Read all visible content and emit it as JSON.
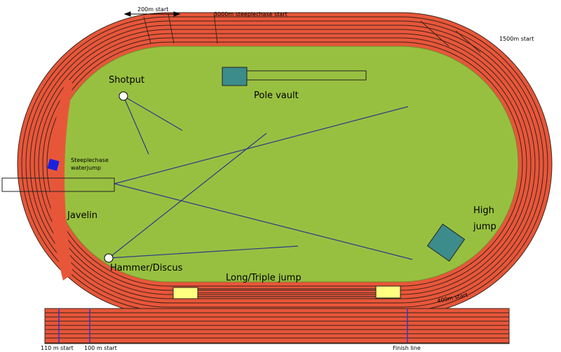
{
  "colors": {
    "track": "#e8563a",
    "lane_line": "#3a2418",
    "field": "#98c040",
    "field_edge": "#6f8c2c",
    "runway_line": "#2b3a8a",
    "pit": "#3b8c8a",
    "sand": "#ffff80",
    "water_jump": "#1a22e0",
    "marker": "#3b35c8"
  },
  "labels": {
    "start_200m": "200m start",
    "start_3000m": "3000m steeplechase start",
    "start_1500m": "1500m start",
    "start_400m": "400m start",
    "start_110m": "110 m start",
    "start_100m": "100 m start",
    "finish_line": "Finish line",
    "shotput": "Shotput",
    "pole_vault": "Pole vault",
    "steeplechase_water_line1": "Steeplechase",
    "steeplechase_water_line2": "waterjump",
    "javelin": "Javelin",
    "high_jump_line1": "High",
    "high_jump_line2": "jump",
    "hammer_discus": "Hammer/Discus",
    "long_triple_jump": "Long/Triple jump"
  },
  "icons": {
    "water_jump": "blue-square-icon",
    "shotput_circle": "white-circle-icon",
    "hammer_circle": "white-circle-icon"
  }
}
